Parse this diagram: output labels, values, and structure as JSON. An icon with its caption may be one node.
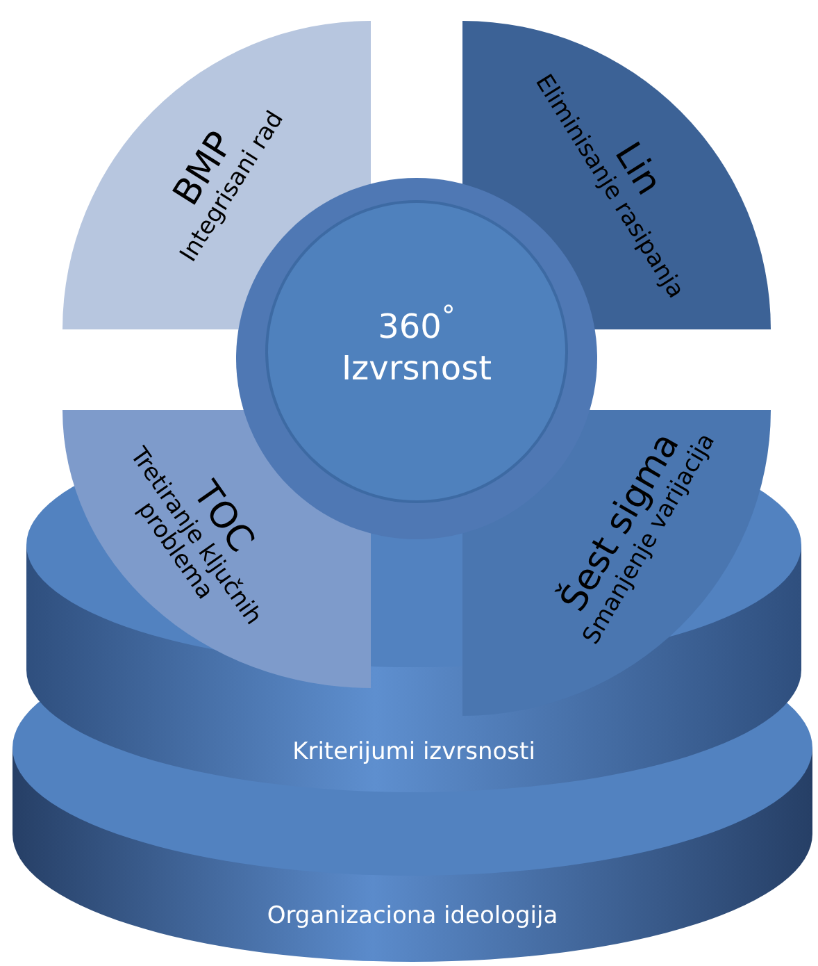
{
  "diagram": {
    "nodes": [
      {
        "text": [
          "BMP",
          "Integrisani rad"
        ]
      },
      {
        "text": [
          "Lin",
          "Eliminisanje rasipanja"
        ]
      },
      {
        "text": [
          "360$^{°}$",
          "Izvrsnost"
        ]
      },
      {
        "text": [
          "TOC",
          "Tretiranje ključnih problema"
        ]
      },
      {
        "text": [
          "Šest sigma",
          "Smanjenje varijacija"
        ]
      },
      {
        "text": [
          "Kriterijumi izvrsnosti"
        ]
      },
      {
        "text": [
          "Organizaciona ideologija"
        ]
      }
    ],
    "edges": []
  }
}
